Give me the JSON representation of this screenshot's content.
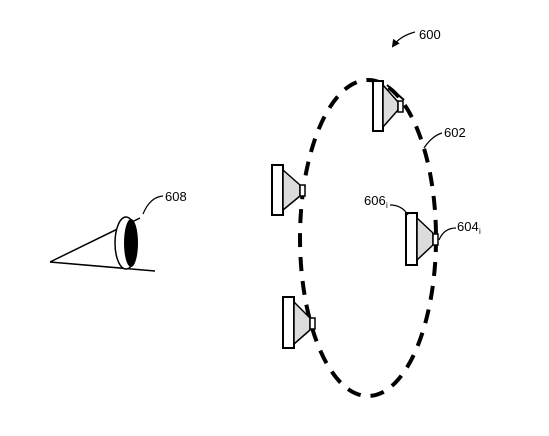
{
  "labels": {
    "figure": "600",
    "ring": "602",
    "speaker_main": "604",
    "speaker_main_sub": "i",
    "speaker_index": "606",
    "speaker_index_sub": "i",
    "listener": "608"
  },
  "colors": {
    "stroke": "#000000",
    "cone_fill": "#dcdcdc",
    "background": "#ffffff"
  },
  "speaker_count": 4
}
